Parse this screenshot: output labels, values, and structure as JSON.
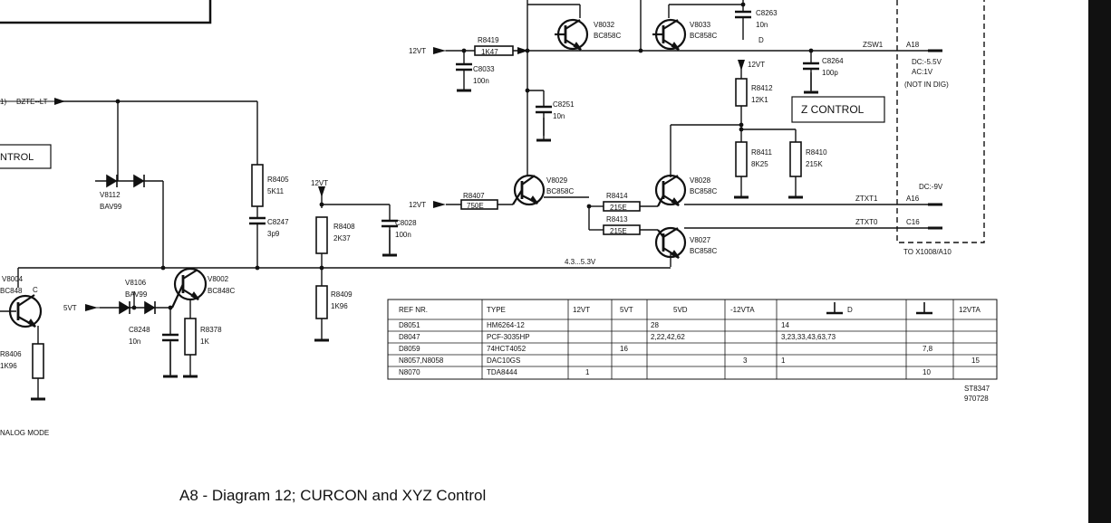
{
  "caption": "A8 - Diagram 12; CURCON and XYZ Control",
  "stamp": {
    "code": "ST8347",
    "date": "970728"
  },
  "signals": {
    "bzte": "BZTE--LT",
    "control_left": "NTROL",
    "analog_mode": "NALOG MODE",
    "v12_1": "12VT",
    "v12_2": "12VT",
    "v12_3": "12VT",
    "v12_4": "12VT",
    "v5": "5VT",
    "bias": "4.3...5.3V",
    "zsw1": "ZSW1",
    "ztxt1": "ZTXT1",
    "ztxt0": "ZTXT0",
    "z_control": "Z CONTROL",
    "node_d": "D",
    "node_c": "C",
    "paren": "1)"
  },
  "connector": {
    "a18": "A18",
    "a16": "A16",
    "c16": "C16",
    "dc55": "DC:-5.5V",
    "ac1": "AC:1V",
    "notdig": "(NOT IN DIG)",
    "dc9": "DC:-9V",
    "to": "TO X1008/A10"
  },
  "components": {
    "r8419": {
      "ref": "R8419",
      "val": "1K47"
    },
    "c8033": {
      "ref": "C8033",
      "val": "100n"
    },
    "v8032": {
      "ref": "V8032",
      "type": "BC858C"
    },
    "v8033": {
      "ref": "V8033",
      "type": "BC858C"
    },
    "c8263": {
      "ref": "C8263",
      "val": "10n"
    },
    "c8264": {
      "ref": "C8264",
      "val": "100p"
    },
    "r8412": {
      "ref": "R8412",
      "val": "12K1"
    },
    "c8251": {
      "ref": "C8251",
      "val": "10n"
    },
    "r8411": {
      "ref": "R8411",
      "val": "8K25"
    },
    "r8410": {
      "ref": "R8410",
      "val": "215K"
    },
    "v8029": {
      "ref": "V8029",
      "type": "BC858C"
    },
    "v8028": {
      "ref": "V8028",
      "type": "BC858C"
    },
    "v8027": {
      "ref": "V8027",
      "type": "BC858C"
    },
    "r8407": {
      "ref": "R8407",
      "val": "750E"
    },
    "r8414": {
      "ref": "R8414",
      "val": "215E"
    },
    "r8413": {
      "ref": "R8413",
      "val": "215E"
    },
    "v8112": {
      "ref": "V8112",
      "type": "BAV99"
    },
    "r8405": {
      "ref": "R8405",
      "val": "5K11"
    },
    "c8247": {
      "ref": "C8247",
      "val": "3p9"
    },
    "r8408": {
      "ref": "R8408",
      "val": "2K37"
    },
    "c8028": {
      "ref": "C8028",
      "val": "100n"
    },
    "v8004": {
      "ref": "V8004",
      "type": "BC848"
    },
    "v8106": {
      "ref": "V8106",
      "type": "BAV99"
    },
    "v8002": {
      "ref": "V8002",
      "type": "BC848C"
    },
    "r8409": {
      "ref": "R8409",
      "val": "1K96"
    },
    "c8248": {
      "ref": "C8248",
      "val": "10n"
    },
    "r8378": {
      "ref": "R8378",
      "val": "1K"
    },
    "r8406": {
      "ref": "R8406",
      "val": "1K96"
    }
  },
  "supply_table": {
    "headers": [
      "REF NR.",
      "TYPE",
      "12VT",
      "5VT",
      "5VD",
      "-12VTA",
      "D",
      "",
      "12VTA"
    ],
    "rows": [
      [
        "D8051",
        "HM6264-12",
        "",
        "",
        "28",
        "",
        "14",
        "",
        ""
      ],
      [
        "D8047",
        "PCF-3035HP",
        "",
        "",
        "2,22,42,62",
        "",
        "3,23,33,43,63,73",
        "",
        ""
      ],
      [
        "D8059",
        "74HCT4052",
        "",
        "16",
        "",
        "",
        "",
        "7,8",
        ""
      ],
      [
        "N8057,N8058",
        "DAC10GS",
        "",
        "",
        "",
        "3",
        "1",
        "",
        "15"
      ],
      [
        "N8070",
        "TDA8444",
        "1",
        "",
        "",
        "",
        "",
        "10",
        ""
      ]
    ]
  }
}
